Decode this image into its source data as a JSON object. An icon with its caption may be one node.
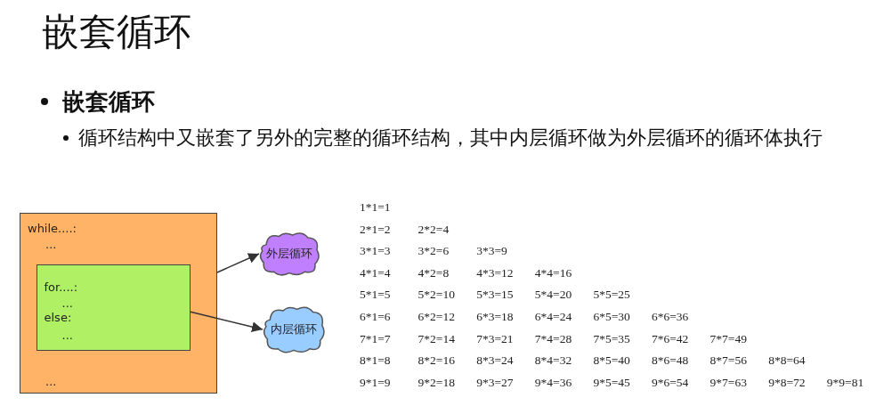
{
  "diagram": {
    "title": "嵌套循环",
    "nodes": [
      {
        "text": [
          "while....:",
          "...",
          "..."
        ]
      },
      {
        "text": [
          "for....:",
          "...",
          "else:",
          "..."
        ],
        "in": 0
      },
      {
        "text": [
          "外层循环"
        ]
      },
      {
        "text": [
          "内层循环"
        ]
      }
    ],
    "edges": [
      {
        "from": 0,
        "to": 2,
        "arrow": "to"
      },
      {
        "from": 1,
        "to": 3,
        "arrow": "to"
      }
    ],
    "labels": [
      "嵌套循环",
      "循环结构中又嵌套了另外的完整的循环结构，其中内层循环做为外层循环的循环体执行",
      "1*1=1",
      "2*1=2",
      "2*2=4",
      "3*1=3",
      "3*2=6",
      "3*3=9",
      "4*1=4",
      "4*2=8",
      "4*3=12",
      "4*4=16",
      "5*1=5",
      "5*2=10",
      "5*3=15",
      "5*4=20",
      "5*5=25",
      "6*1=6",
      "6*2=12",
      "6*3=18",
      "6*4=24",
      "6*5=30",
      "6*6=36",
      "7*1=7",
      "7*2=14",
      "7*3=21",
      "7*4=28",
      "7*5=35",
      "7*6=42",
      "7*7=49",
      "8*1=8",
      "8*2=16",
      "8*3=24",
      "8*4=32",
      "8*5=40",
      "8*6=48",
      "8*7=56",
      "8*8=64",
      "9*1=9",
      "9*2=18",
      "9*3=27",
      "9*4=36",
      "9*5=45",
      "9*6=54",
      "9*7=63",
      "9*8=72",
      "9*9=81"
    ]
  }
}
